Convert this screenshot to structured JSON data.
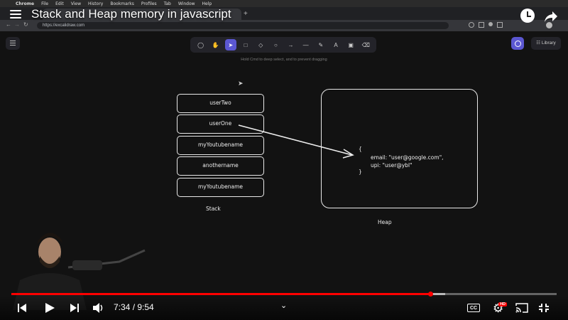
{
  "menubar": {
    "items": [
      "Chrome",
      "File",
      "Edit",
      "View",
      "History",
      "Bookmarks",
      "Profiles",
      "Tab",
      "Window",
      "Help"
    ]
  },
  "browser": {
    "url": "https://excalidraw.com"
  },
  "video": {
    "title": "Stack and Heap memory in javascript",
    "time": "7:34 / 9:54",
    "progress_fraction": 0.768,
    "hd_badge": "HD",
    "cc_label": "CC"
  },
  "excalidraw": {
    "hint": "Hold Cmd to deep select, and to prevent dragging",
    "library_label": "Library",
    "tools": [
      {
        "icon": "lock-icon",
        "shortcut": ""
      },
      {
        "icon": "hand-icon",
        "shortcut": ""
      },
      {
        "icon": "pointer-icon",
        "shortcut": "1",
        "active": true
      },
      {
        "icon": "rectangle-icon",
        "shortcut": "2"
      },
      {
        "icon": "diamond-icon",
        "shortcut": "3"
      },
      {
        "icon": "ellipse-icon",
        "shortcut": "4"
      },
      {
        "icon": "arrow-icon",
        "shortcut": "5"
      },
      {
        "icon": "line-icon",
        "shortcut": "6"
      },
      {
        "icon": "pencil-icon",
        "shortcut": "7"
      },
      {
        "icon": "text-icon",
        "shortcut": "8"
      },
      {
        "icon": "image-icon",
        "shortcut": "9"
      },
      {
        "icon": "eraser-icon",
        "shortcut": "0"
      }
    ],
    "accent": "#5b57d1"
  },
  "diagram": {
    "stack_items": [
      "userTwo",
      "userOne",
      "myYoutubename",
      "anothername",
      "myYoutubename"
    ],
    "stack_label": "Stack",
    "heap_label": "Heap",
    "heap_open_brace": "{",
    "heap_close_brace": "}",
    "heap_line1": "email: \"user@google.com\",",
    "heap_line2": "upi: \"user@ybl\""
  }
}
